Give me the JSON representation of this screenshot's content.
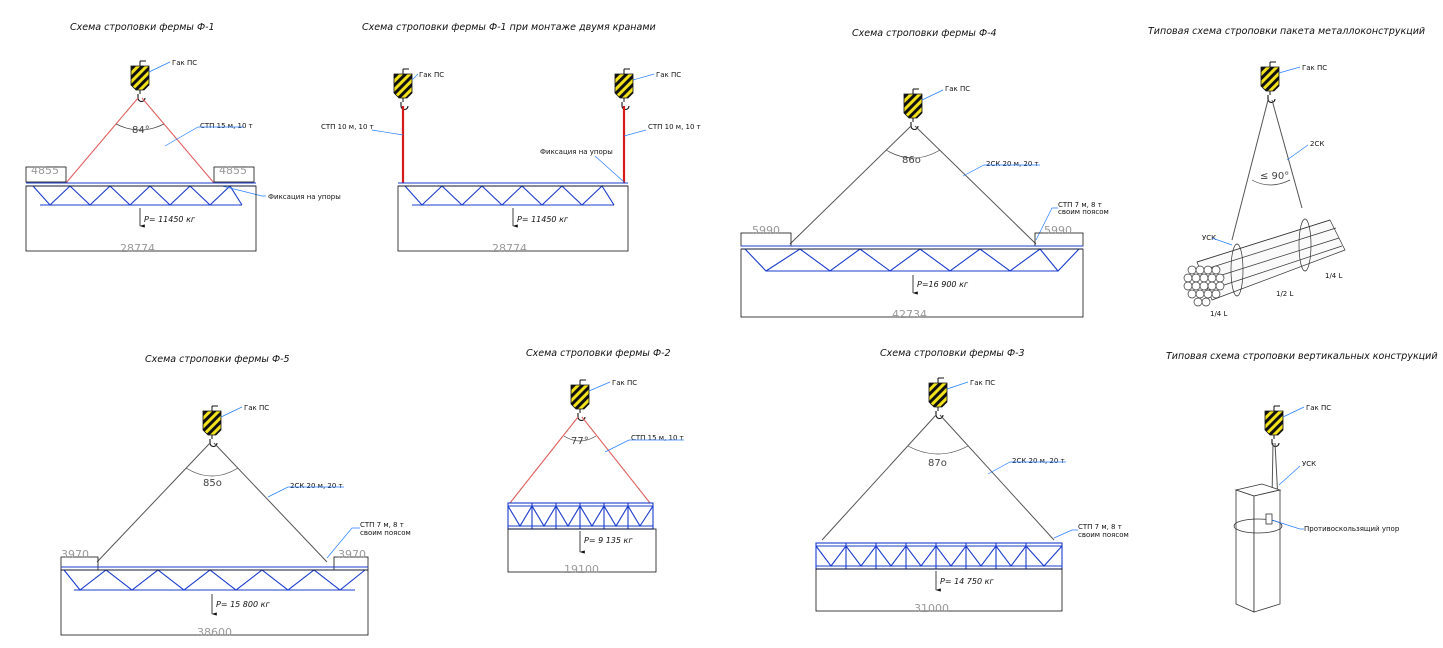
{
  "hook_label": "Гак ПС",
  "f1": {
    "title": "Схема строповки фермы Ф-1",
    "angle": "84°",
    "sling": "СТП 15 м, 10 т",
    "dim_left": "4855",
    "dim_right": "4855",
    "fixing": "Фиксация на упоры",
    "load": "Р= 11450 кг",
    "span": "28774"
  },
  "f1two": {
    "title": "Схема строповки фермы Ф-1 при монтаже двумя кранами",
    "sling_left": "СТП 10 м, 10 т",
    "sling_right": "СТП 10 м, 10 т",
    "fixing": "Фиксация на упоры",
    "load": "Р= 11450 кг",
    "span": "28774"
  },
  "f4": {
    "title": "Схема строповки фермы Ф-4",
    "angle": "86о",
    "sling": "2СК 20 м, 20 т",
    "strap": "СТП 7 м, 8 т",
    "strap2": "своим поясом",
    "dim_left": "5990",
    "dim_right": "5990",
    "load": "Р=16 900 кг",
    "span": "42734"
  },
  "pack": {
    "title": "Типовая схема строповки пакета металлоконструкций",
    "sling": "2СК",
    "angle": "≤ 90°",
    "choker": "УСК",
    "dim_a": "1/4 L",
    "dim_b": "1/2 L",
    "dim_c": "1/4 L"
  },
  "f5": {
    "title": "Схема строповки фермы Ф-5",
    "angle": "85о",
    "sling": "2СК 20 м, 20 т",
    "strap": "СТП 7 м, 8 т",
    "strap2": "своим поясом",
    "dim_left": "3970",
    "dim_right": "3970",
    "load": "Р= 15 800 кг",
    "span": "38600"
  },
  "f2": {
    "title": "Схема строповки фермы Ф-2",
    "angle": "77°",
    "sling": "СТП 15 м, 10 т",
    "load": "Р= 9 135 кг",
    "span": "19100"
  },
  "f3": {
    "title": "Схема строповки фермы Ф-3",
    "angle": "87о",
    "sling": "2СК 20 м, 20 т",
    "strap": "СТП 7 м, 8 т",
    "strap2": "своим поясом",
    "load": "Р= 14 750 кг",
    "span": "31000"
  },
  "vert": {
    "title": "Типовая схема строповки вертикальных конструкций",
    "choker": "УСК",
    "stop": "Противоскользящий упор"
  }
}
